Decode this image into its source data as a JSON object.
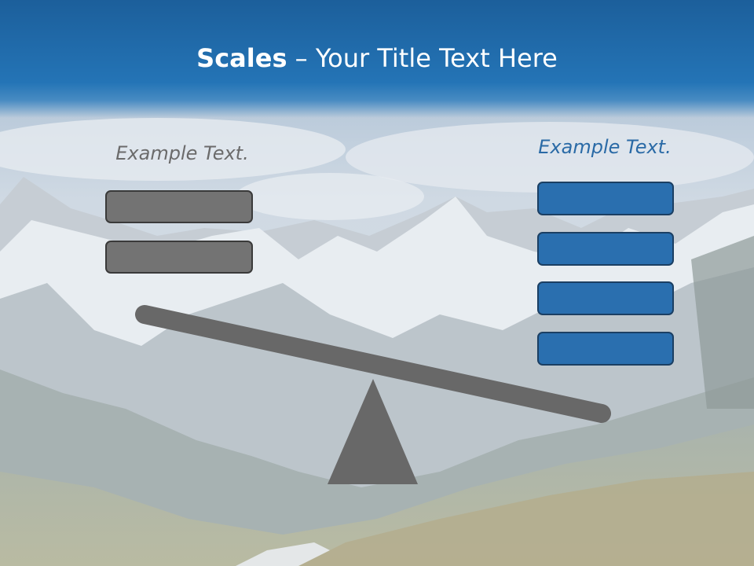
{
  "title": {
    "bold": "Scales",
    "rest": " – Your Title Text Here"
  },
  "left": {
    "label": "Example Text.",
    "boxes": 2
  },
  "right": {
    "label": "Example Text.",
    "boxes": 4
  },
  "colors": {
    "header": "#2474b6",
    "beam": "#686868",
    "left_box": "#737373",
    "right_box": "#2a6faf",
    "left_label": "#6b6b6b",
    "right_label": "#2a6aa6"
  }
}
